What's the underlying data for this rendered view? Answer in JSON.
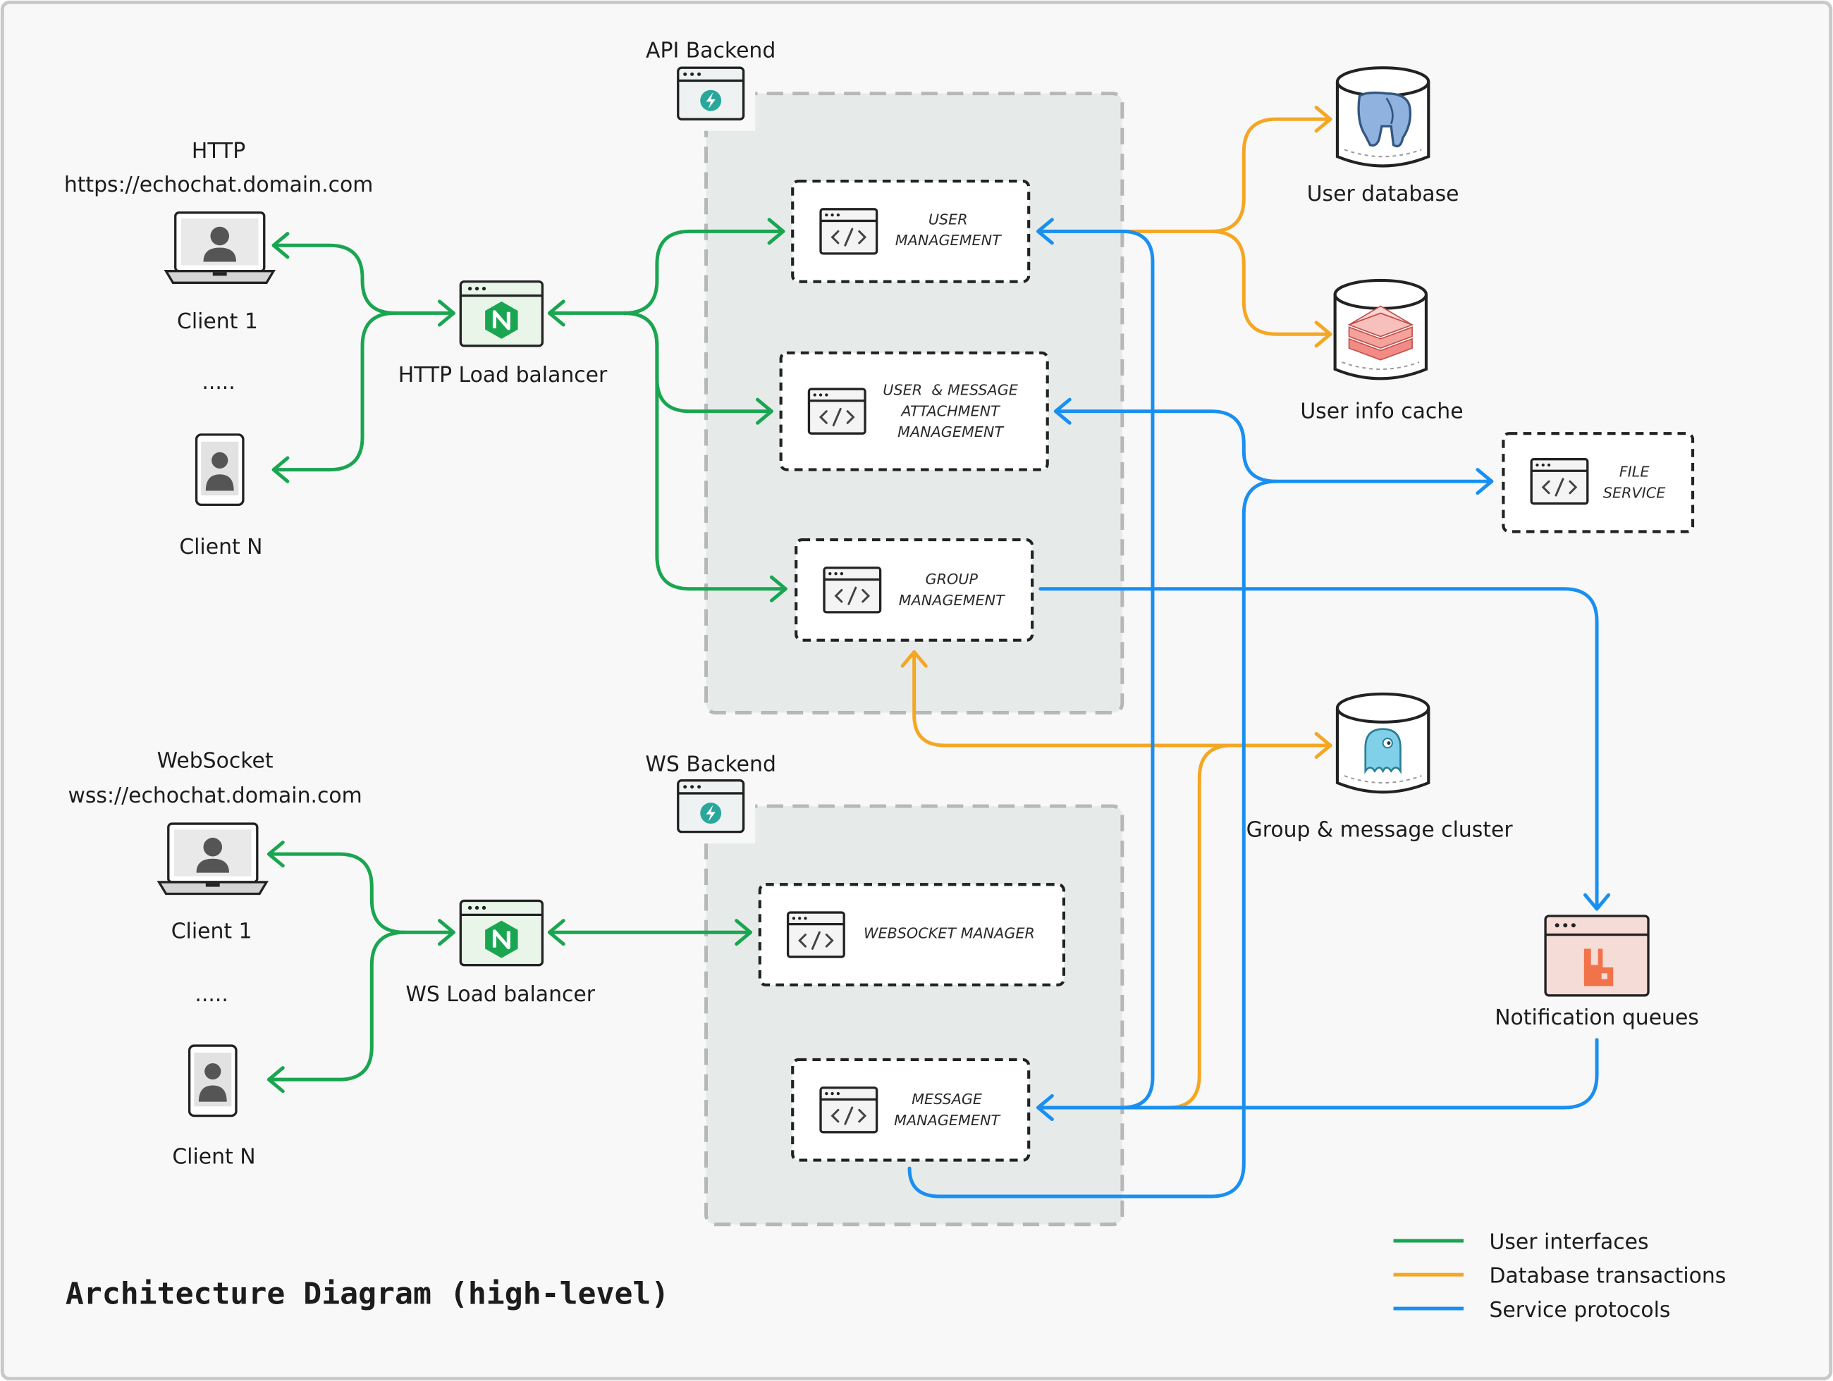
{
  "title": "Architecture Diagram (high-level)",
  "http": {
    "protocol": "HTTP",
    "url": "https://echochat.domain.com",
    "client_first": "Client 1",
    "ellipsis": ".....",
    "client_last": "Client N",
    "load_balancer": "HTTP Load balancer"
  },
  "ws": {
    "protocol": "WebSocket",
    "url": "wss://echochat.domain.com",
    "client_first": "Client 1",
    "ellipsis": ".....",
    "client_last": "Client N",
    "load_balancer": "WS Load balancer"
  },
  "api_backend": {
    "title": "API Backend",
    "services": {
      "user_mgmt": [
        "USER",
        "MANAGEMENT"
      ],
      "attachment_mgmt": [
        "USER  & MESSAGE",
        "ATTACHMENT",
        "MANAGEMENT"
      ],
      "group_mgmt": [
        "GROUP",
        "MANAGEMENT"
      ]
    }
  },
  "ws_backend": {
    "title": "WS Backend",
    "services": {
      "ws_manager": [
        "WEBSOCKET MANAGER"
      ],
      "message_mgmt": [
        "MESSAGE",
        "MANAGEMENT"
      ]
    }
  },
  "file_service": [
    "FILE",
    "SERVICE"
  ],
  "stores": {
    "user_db": "User database",
    "user_cache": "User info cache",
    "group_cluster": "Group & message cluster",
    "notification_queues": "Notification queues"
  },
  "legend": [
    {
      "label": "User interfaces",
      "color": "#1aa551"
    },
    {
      "label": "Database transactions",
      "color": "#f5a623"
    },
    {
      "label": "Service protocols",
      "color": "#1a8ff0"
    }
  ],
  "colors": {
    "green": "#1aa551",
    "orange": "#f5a623",
    "blue": "#1a8ff0"
  }
}
